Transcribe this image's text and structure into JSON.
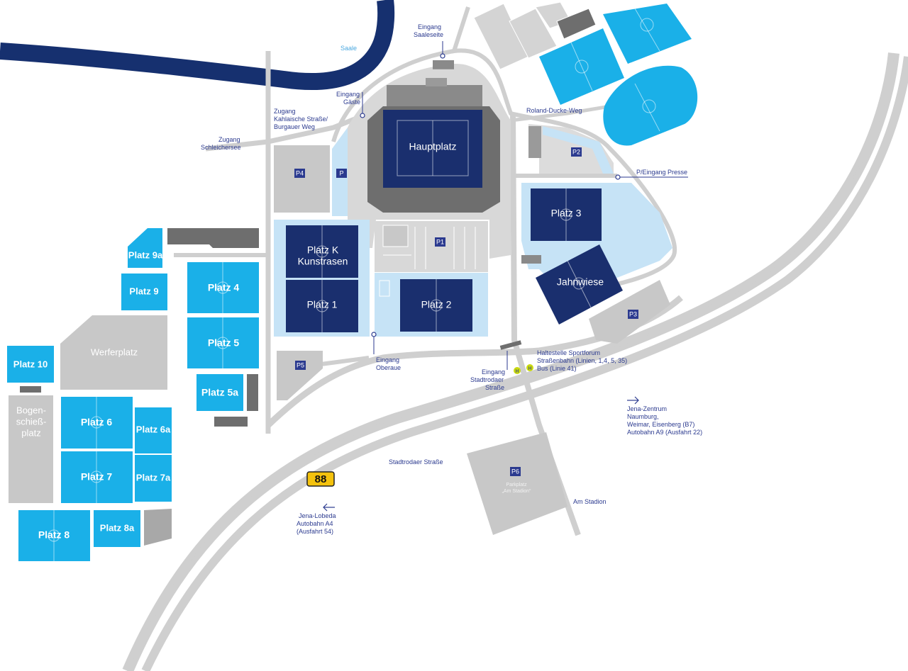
{
  "colors": {
    "dark_pitch": "#1a2f6e",
    "light_pitch": "#1ab0e8",
    "pale_area": "#c6e3f6",
    "grey_area": "#c8c8c8",
    "road": "#cfcfcf",
    "river": "#16306f",
    "label": "#2b3a8f",
    "highway_badge": "#f4c20d"
  },
  "river": {
    "name": "Saale"
  },
  "fields": {
    "hauptplatz": "Hauptplatz",
    "platz_k_line1": "Platz K",
    "platz_k_line2": "Kunstrasen",
    "platz_1": "Platz 1",
    "platz_2": "Platz 2",
    "platz_3": "Platz 3",
    "jahnwiese": "Jahnwiese",
    "platz_4": "Platz 4",
    "platz_5": "Platz 5",
    "platz_5a": "Platz 5a",
    "platz_6": "Platz 6",
    "platz_6a": "Platz 6a",
    "platz_7": "Platz 7",
    "platz_7a": "Platz 7a",
    "platz_8": "Platz 8",
    "platz_8a": "Platz 8a",
    "platz_9": "Platz 9",
    "platz_9a": "Platz 9a",
    "platz_10": "Platz 10",
    "werferplatz": "Werferplatz",
    "bogen_line1": "Bogen-",
    "bogen_line2": "schieß-",
    "bogen_line3": "platz"
  },
  "parking": {
    "p": "P",
    "p1": "P1",
    "p2": "P2",
    "p3": "P3",
    "p4": "P4",
    "p5": "P5",
    "p6": "P6",
    "p6_sub1": "Parkplatz",
    "p6_sub2": "„Am Stadion“"
  },
  "labels": {
    "eingang_saaleseite_1": "Eingang",
    "eingang_saaleseite_2": "Saaleseite",
    "eingang_gaeste_1": "Eingang",
    "eingang_gaeste_2": "Gäste",
    "zugang_kahla_1": "Zugang",
    "zugang_kahla_2": "Kahlaische Straße/",
    "zugang_kahla_3": "Burgauer Weg",
    "zugang_schleicher_1": "Zugang",
    "zugang_schleicher_2": "Schleichersee",
    "roland_ducke": "Roland-Ducke-Weg",
    "p_eingang_presse": "P/Eingang Presse",
    "eingang_oberaue_1": "Eingang",
    "eingang_oberaue_2": "Oberaue",
    "eingang_stadtrodaer_1": "Eingang",
    "eingang_stadtrodaer_2": "Stadtrodaer",
    "eingang_stadtrodaer_3": "Straße",
    "haltestelle_1": "Haltestelle Sportforum",
    "haltestelle_2": "Straßenbahn (Linien, 1,4, 5, 35)",
    "haltestelle_3": "Bus (Linie 41)",
    "jena_zentrum_1": "Jena-Zentrum",
    "jena_zentrum_2": "Naumburg,",
    "jena_zentrum_3": "Weimar, Eisenberg (B7)",
    "jena_zentrum_4": "Autobahn A9 (Ausfahrt 22)",
    "stadtrodaer_strasse": "Stadtrodaer Straße",
    "am_stadion": "Am Stadion",
    "jena_lobeda_1": "Jena-Lobeda",
    "jena_lobeda_2": "Autobahn A4",
    "jena_lobeda_3": "(Ausfahrt 54)",
    "highway_number": "88",
    "tram_symbol": "H",
    "bus_symbol": "H"
  },
  "icons": {
    "arrow_right": "arrow-right-icon",
    "arrow_left": "arrow-left-icon",
    "tram_stop": "tram-stop-icon",
    "bus_stop": "bus-stop-icon"
  }
}
